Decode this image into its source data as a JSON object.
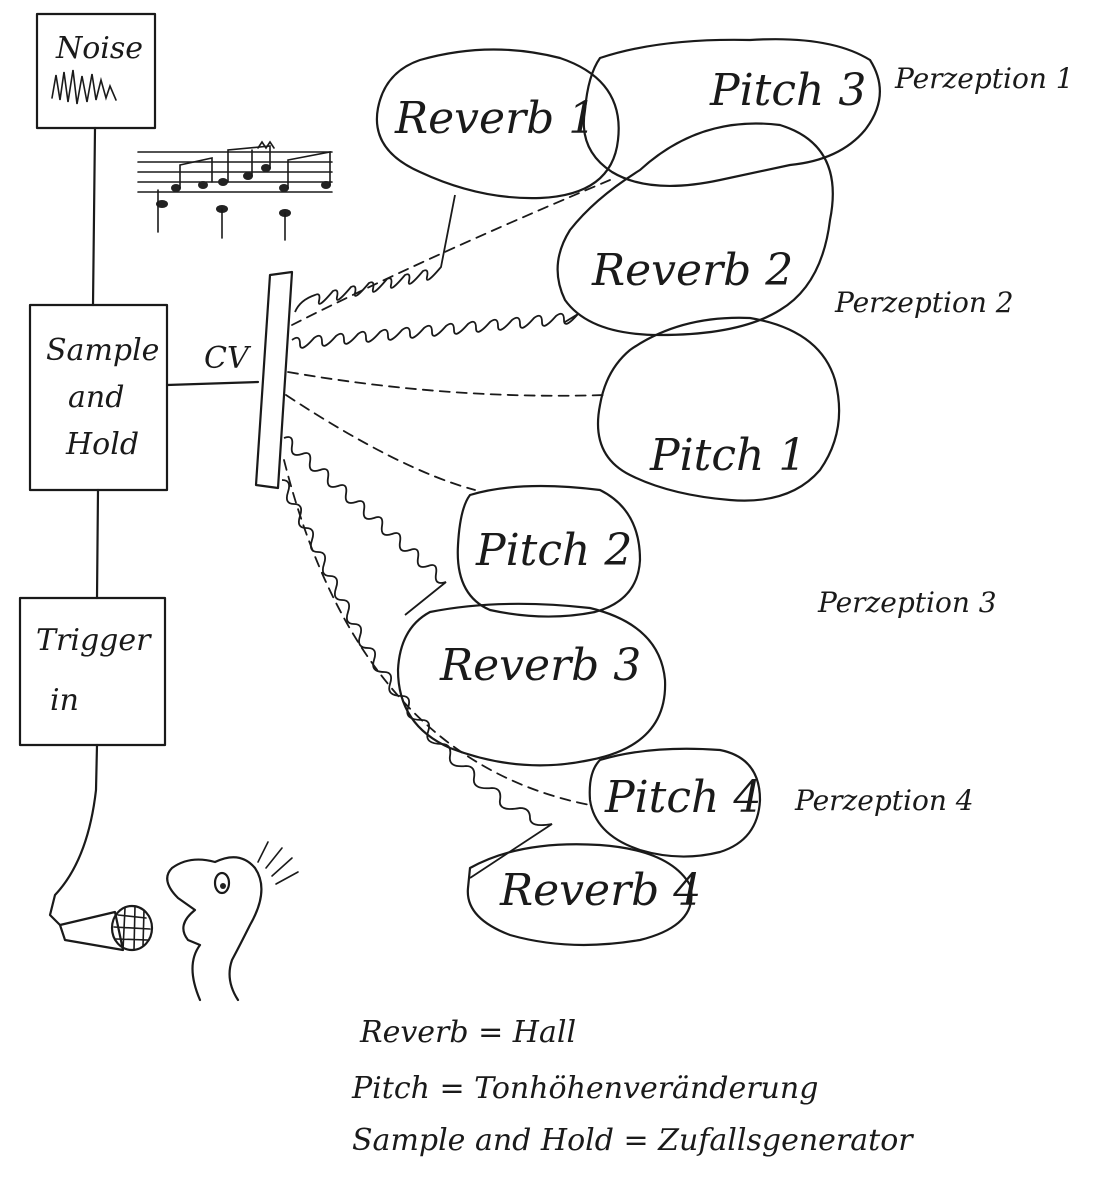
{
  "boxes": {
    "noise": "Noise",
    "sample_hold_1": "Sample",
    "sample_hold_2": "and",
    "sample_hold_3": "Hold",
    "trigger_1": "Trigger",
    "trigger_2": "in"
  },
  "cv_label": "CV",
  "blobs": {
    "reverb1": "Reverb 1",
    "pitch3": "Pitch 3",
    "reverb2": "Reverb 2",
    "pitch1": "Pitch 1",
    "pitch2": "Pitch 2",
    "reverb3": "Reverb 3",
    "pitch4": "Pitch 4",
    "reverb4": "Reverb 4"
  },
  "perceptions": {
    "p1": "Perzeption 1",
    "p2": "Perzeption 2",
    "p3": "Perzeption 3",
    "p4": "Perzeption 4"
  },
  "legend": {
    "line1": "Reverb = Hall",
    "line2": "Pitch  = Tonhöhenveränderung",
    "line3": "Sample and Hold = Zufallsgenerator"
  }
}
